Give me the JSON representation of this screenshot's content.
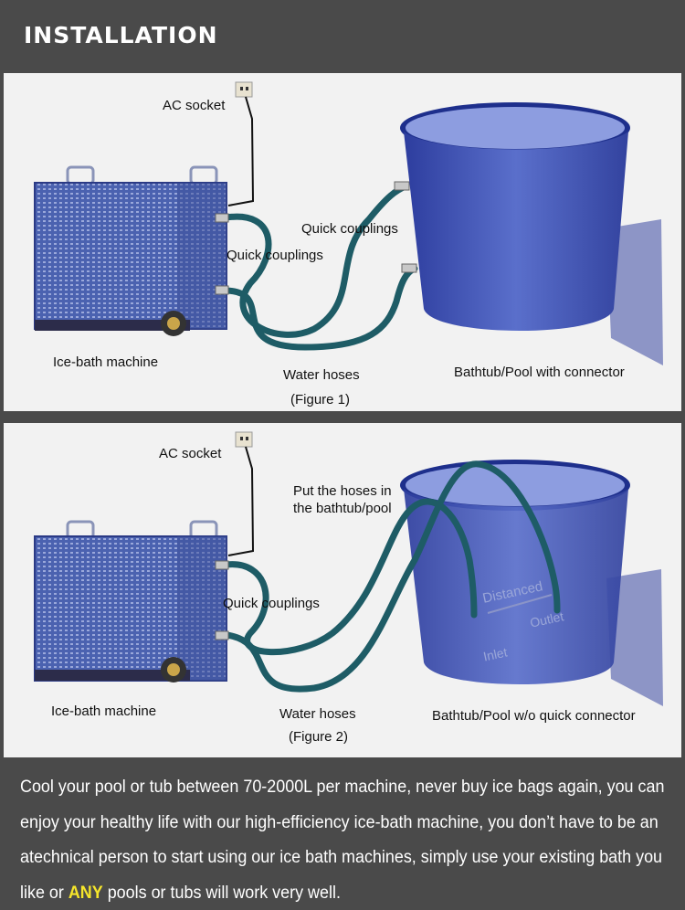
{
  "header": {
    "title": "INSTALLATION"
  },
  "figure1": {
    "ac_socket": "AC socket",
    "quick_couplings_a": "Quick couplings",
    "quick_couplings_b": "Quick couplings",
    "machine": "Ice-bath machine",
    "hoses": "Water hoses",
    "tub": "Bathtub/Pool with connector",
    "caption": "(Figure 1)"
  },
  "figure2": {
    "ac_socket": "AC socket",
    "put_hoses_line1": "Put the hoses in",
    "put_hoses_line2": "the bathtub/pool",
    "quick_couplings": "Quick couplings",
    "machine": "Ice-bath machine",
    "hoses": "Water hoses",
    "tub": "Bathtub/Pool w/o quick connector",
    "caption": "(Figure 2)",
    "distanced": "Distanced",
    "outlet": "Outlet",
    "inlet": "Inlet"
  },
  "description": {
    "text_before": "Cool your pool or tub between 70-2000L per machine, never buy ice bags again, you can enjoy your healthy life with our high-efficiency ice-bath machine, you don’t have to be an atechnical person to start using our ice bath machines, simply use your existing bath you like or ",
    "highlight": "ANY",
    "text_after": " pools or tubs will work very well."
  },
  "colors": {
    "background": "#4a4a4a",
    "panel": "#f2f2f2",
    "machine": "#4b62b0",
    "tub": "#3c4fb0",
    "hose": "#1e5c66",
    "highlight": "#f5e52b"
  }
}
